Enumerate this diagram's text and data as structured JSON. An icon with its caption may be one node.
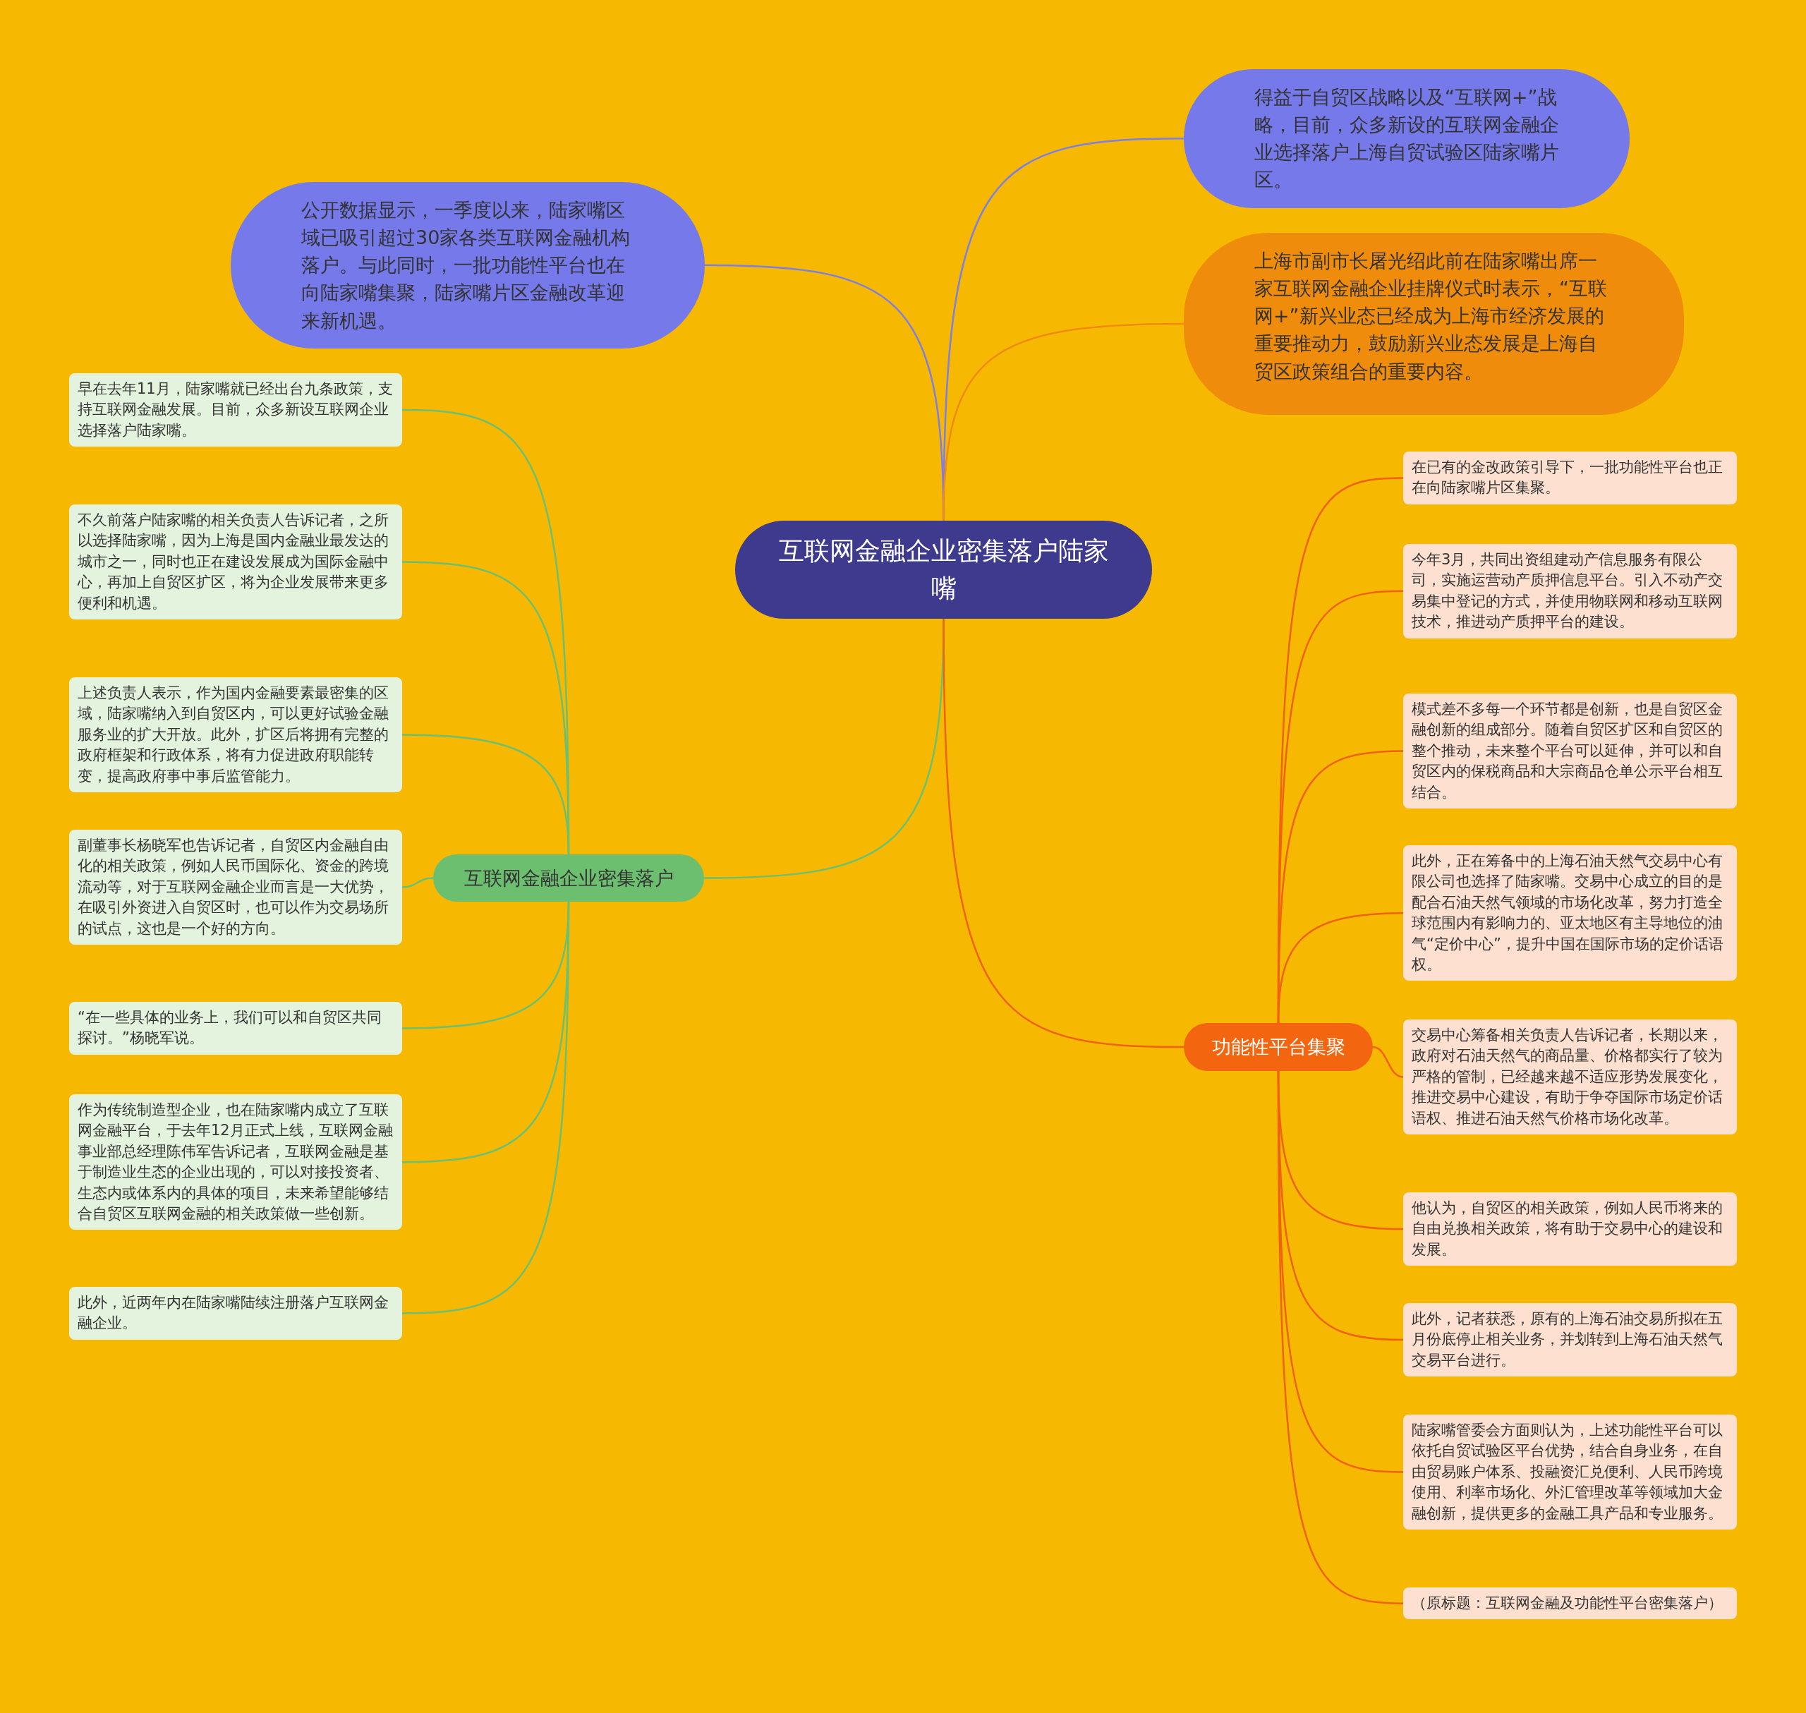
{
  "diagram": {
    "nodes": [
      {
        "text": [
          "互联网金融企业密集落户陆家嘴"
        ]
      },
      {
        "text": [
          "公开数据显示，一季度以来，陆家嘴区域已吸引超过30家各类互联网金融机构落户。与此同时，一批功能性平台也在向陆家嘴集聚，陆家嘴片区金融改革迎来新机遇。"
        ]
      },
      {
        "text": [
          "得益于自贸区战略以及“互联网+”战略，目前，众多新设的互联网金融企业选择落户上海自贸试验区陆家嘴片区。"
        ]
      },
      {
        "text": [
          "上海市副市长屠光绍此前在陆家嘴出席一家互联网金融企业挂牌仪式时表示，“互联网+”新兴业态已经成为上海市经济发展的重要推动力，鼓励新兴业态发展是上海自贸区政策组合的重要内容。"
        ]
      },
      {
        "text": [
          "互联网金融企业密集落户"
        ]
      },
      {
        "text": [
          "早在去年11月，陆家嘴就已经出台九条政策，支持互联网金融发展。目前，众多新设互联网企业选择落户陆家嘴。"
        ]
      },
      {
        "text": [
          "不久前落户陆家嘴的相关负责人告诉记者，之所以选择陆家嘴，因为上海是国内金融业最发达的城市之一，同时也正在建设发展成为国际金融中心，再加上自贸区扩区，将为企业发展带来更多便利和机遇。"
        ]
      },
      {
        "text": [
          "上述负责人表示，作为国内金融要素最密集的区域，陆家嘴纳入到自贸区内，可以更好试验金融服务业的扩大开放。此外，扩区后将拥有完整的政府框架和行政体系，将有力促进政府职能转变，提高政府事中事后监管能力。"
        ]
      },
      {
        "text": [
          "副董事长杨晓军也告诉记者，自贸区内金融自由化的相关政策，例如人民币国际化、资金的跨境流动等，对于互联网金融企业而言是一大优势，在吸引外资进入自贸区时，也可以作为交易场所的试点，这也是一个好的方向。"
        ]
      },
      {
        "text": [
          "“在一些具体的业务上，我们可以和自贸区共同探讨。”杨晓军说。"
        ]
      },
      {
        "text": [
          "作为传统制造型企业，也在陆家嘴内成立了互联网金融平台，于去年12月正式上线，互联网金融事业部总经理陈伟军告诉记者，互联网金融是基于制造业生态的企业出现的，可以对接投资者、生态内或体系内的具体的项目，未来希望能够结合自贸区互联网金融的相关政策做一些创新。"
        ]
      },
      {
        "text": [
          "此外，近两年内在陆家嘴陆续注册落户互联网金融企业。"
        ]
      },
      {
        "text": [
          "功能性平台集聚"
        ]
      },
      {
        "text": [
          "在已有的金改政策引导下，一批功能性平台也正在向陆家嘴片区集聚。"
        ]
      },
      {
        "text": [
          "今年3月，共同出资组建动产信息服务有限公司，实施运营动产质押信息平台。引入不动产交易集中登记的方式，并使用物联网和移动互联网技术，推进动产质押平台的建设。"
        ]
      },
      {
        "text": [
          "模式差不多每一个环节都是创新，也是自贸区金融创新的组成部分。随着自贸区扩区和自贸区的整个推动，未来整个平台可以延伸，并可以和自贸区内的保税商品和大宗商品仓单公示平台相互结合。"
        ]
      },
      {
        "text": [
          "此外，正在筹备中的上海石油天然气交易中心有限公司也选择了陆家嘴。交易中心成立的目的是配合石油天然气领域的市场化改革，努力打造全球范围内有影响力的、亚太地区有主导地位的油气“定价中心”，提升中国在国际市场的定价话语权。"
        ]
      },
      {
        "text": [
          "交易中心筹备相关负责人告诉记者，长期以来，政府对石油天然气的商品量、价格都实行了较为严格的管制，已经越来越不适应形势发展变化，推进交易中心建设，有助于争夺国际市场定价话语权、推进石油天然气价格市场化改革。"
        ]
      },
      {
        "text": [
          "他认为，自贸区的相关政策，例如人民币将来的自由兑换相关政策，将有助于交易中心的建设和发展。"
        ]
      },
      {
        "text": [
          "此外，记者获悉，原有的上海石油交易所拟在五月份底停止相关业务，并划转到上海石油天然气交易平台进行。"
        ]
      },
      {
        "text": [
          "陆家嘴管委会方面则认为，上述功能性平台可以依托自贸试验区平台优势，结合自身业务，在自由贸易账户体系、投融资汇兑便利、人民币跨境使用、利率市场化、外汇管理改革等领域加大金融创新，提供更多的金融工具产品和专业服务。"
        ]
      },
      {
        "text": [
          "（原标题：互联网金融及功能性平台密集落户）"
        ]
      }
    ],
    "edges": [
      {
        "from": 0,
        "to": 1,
        "arrow": "none",
        "color": "#7b7fe6"
      },
      {
        "from": 0,
        "to": 2,
        "arrow": "none",
        "color": "#7b7fe6"
      },
      {
        "from": 0,
        "to": 3,
        "arrow": "none",
        "color": "#f08a12"
      },
      {
        "from": 0,
        "to": 4,
        "arrow": "none",
        "color": "#6cc070"
      },
      {
        "from": 4,
        "to": 5,
        "arrow": "none",
        "color": "#6cc070"
      },
      {
        "from": 4,
        "to": 6,
        "arrow": "none",
        "color": "#6cc070"
      },
      {
        "from": 4,
        "to": 7,
        "arrow": "none",
        "color": "#6cc070"
      },
      {
        "from": 4,
        "to": 8,
        "arrow": "none",
        "color": "#6cc070"
      },
      {
        "from": 4,
        "to": 9,
        "arrow": "none",
        "color": "#6cc070"
      },
      {
        "from": 4,
        "to": 10,
        "arrow": "none",
        "color": "#6cc070"
      },
      {
        "from": 4,
        "to": 11,
        "arrow": "none",
        "color": "#6cc070"
      },
      {
        "from": 0,
        "to": 12,
        "arrow": "none",
        "color": "#f0620f"
      },
      {
        "from": 12,
        "to": 13,
        "arrow": "none",
        "color": "#f0620f"
      },
      {
        "from": 12,
        "to": 14,
        "arrow": "none",
        "color": "#f0620f"
      },
      {
        "from": 12,
        "to": 15,
        "arrow": "none",
        "color": "#f0620f"
      },
      {
        "from": 12,
        "to": 16,
        "arrow": "none",
        "color": "#f0620f"
      },
      {
        "from": 12,
        "to": 17,
        "arrow": "none",
        "color": "#f0620f"
      },
      {
        "from": 12,
        "to": 18,
        "arrow": "none",
        "color": "#f0620f"
      },
      {
        "from": 12,
        "to": 19,
        "arrow": "none",
        "color": "#f0620f"
      },
      {
        "from": 12,
        "to": 20,
        "arrow": "none",
        "color": "#f0620f"
      },
      {
        "from": 12,
        "to": 21,
        "arrow": "none",
        "color": "#f0620f"
      }
    ]
  }
}
